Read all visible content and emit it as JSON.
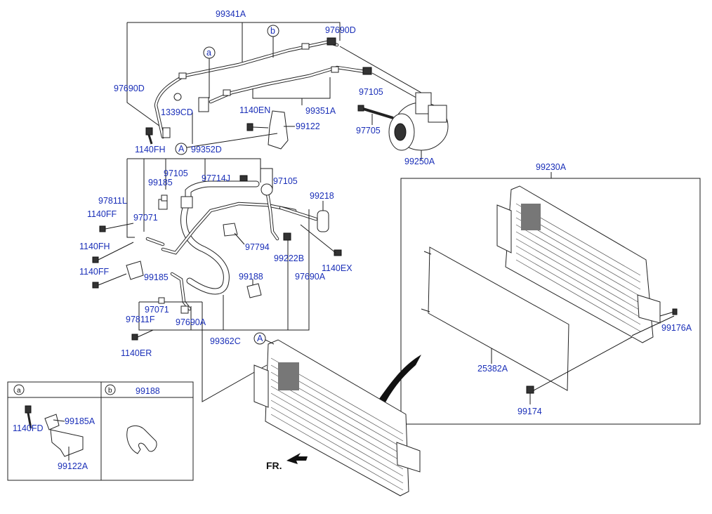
{
  "labels": {
    "l_99341A": "99341A",
    "l_97690D_top": "97690D",
    "l_b": "b",
    "l_a": "a",
    "l_97690D_left": "97690D",
    "l_1339CD": "1339CD",
    "l_97105_top": "97105",
    "l_99351A": "99351A",
    "l_1140EN": "1140EN",
    "l_99122": "99122",
    "l_97705": "97705",
    "l_1140FH_top": "1140FH",
    "l_A_top": "A",
    "l_99352D": "99352D",
    "l_99250A": "99250A",
    "l_97105_mid1": "97105",
    "l_99185_top": "99185",
    "l_97714J": "97714J",
    "l_97105_mid2": "97105",
    "l_99218": "99218",
    "l_97811L": "97811L",
    "l_1140FF_1": "1140FF",
    "l_97071_top": "97071",
    "l_97794": "97794",
    "l_1140FH_mid": "1140FH",
    "l_99222B": "99222B",
    "l_1140EX": "1140EX",
    "l_1140FF_2": "1140FF",
    "l_99185_mid": "99185",
    "l_99188_mid": "99188",
    "l_97690A_right": "97690A",
    "l_97071_low": "97071",
    "l_97811F": "97811F",
    "l_97690A_low": "97690A",
    "l_99362C": "99362C",
    "l_A_low": "A",
    "l_1140ER": "1140ER",
    "l_99230A": "99230A",
    "l_99176A": "99176A",
    "l_25382A": "25382A",
    "l_99174": "99174",
    "l_fr": "FR."
  },
  "legend": {
    "a": {
      "circle": "a",
      "bolt": "1140FD",
      "clamp": "99185A",
      "bracket": "99122A"
    },
    "b": {
      "circle": "b",
      "part": "99188"
    }
  },
  "colors": {
    "label": "#1a2fb8",
    "line": "#1a1a1a"
  }
}
